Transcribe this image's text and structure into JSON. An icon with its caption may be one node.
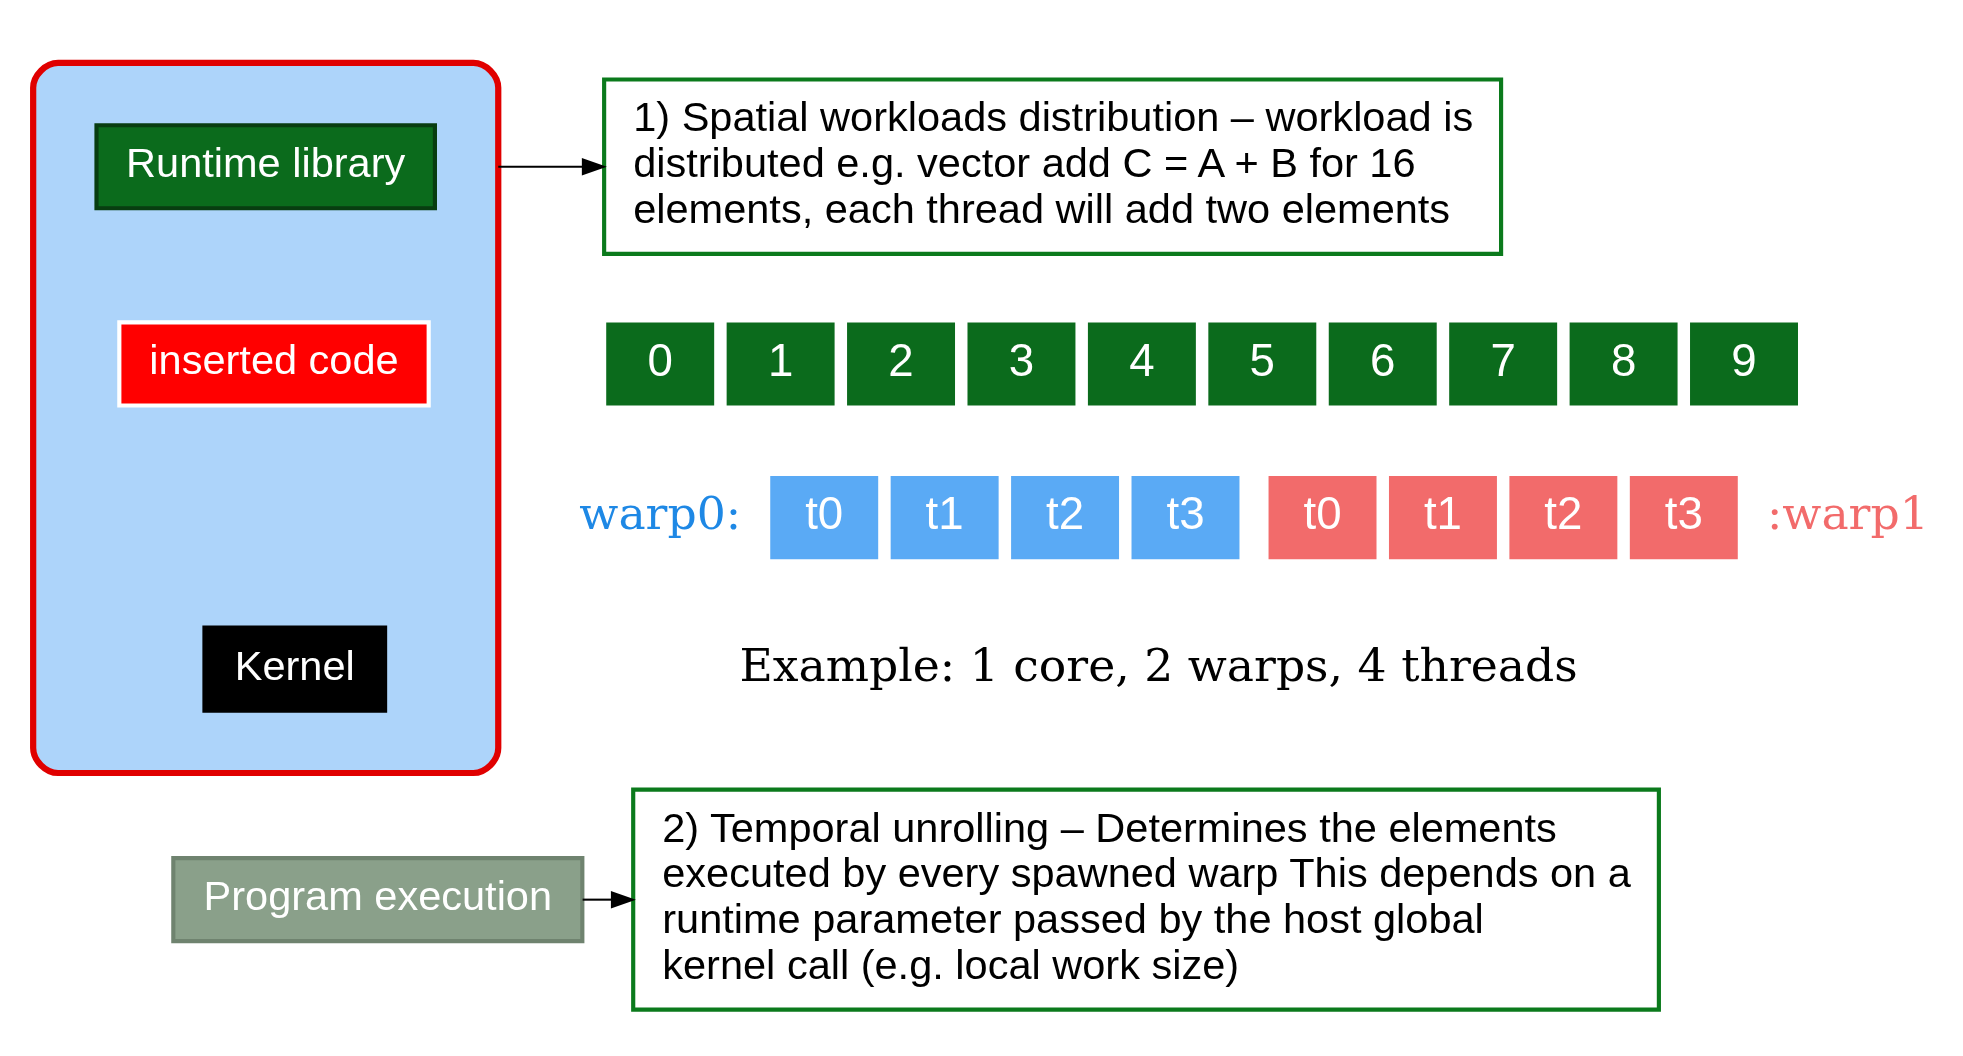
{
  "diagram": {
    "nodes": [
      {
        "text": [],
        "shape": "cylinder"
      },
      {
        "text": [
          "Runtime library"
        ],
        "in": 0
      },
      {
        "text": [
          "inserted code"
        ],
        "in": 0
      },
      {
        "text": [
          "Kernel"
        ],
        "in": 0
      },
      {
        "text": [
          "Program execution"
        ]
      },
      {
        "text": [
          "1) Spatial workloads distribution – workload is distributed e.g. vector add C = A + B for 16 elements, each thread will add two elements"
        ]
      },
      {
        "text": [
          "0"
        ]
      },
      {
        "text": [
          "1"
        ]
      },
      {
        "text": [
          "2"
        ]
      },
      {
        "text": [
          "3"
        ]
      },
      {
        "text": [
          "4"
        ]
      },
      {
        "text": [
          "5"
        ]
      },
      {
        "text": [
          "6"
        ]
      },
      {
        "text": [
          "7"
        ]
      },
      {
        "text": [
          "8"
        ]
      },
      {
        "text": [
          "9"
        ]
      },
      {
        "text": [
          "t0"
        ]
      },
      {
        "text": [
          "t1"
        ]
      },
      {
        "text": [
          "t2"
        ]
      },
      {
        "text": [
          "t3"
        ]
      },
      {
        "text": [
          "t0"
        ]
      },
      {
        "text": [
          "t1"
        ]
      },
      {
        "text": [
          "t2"
        ]
      },
      {
        "text": [
          "t3"
        ]
      },
      {
        "text": [
          "2) Temporal unrolling – Determines the elements executed by every spawned warp This depends on a runtime parameter passed by the host global kernel call (e.g. local work size)"
        ]
      }
    ],
    "edges": [
      {
        "from": 0,
        "to": 5,
        "arrow": "to"
      },
      {
        "from": 4,
        "to": 24,
        "arrow": "to"
      }
    ],
    "labels": [
      "warp0:",
      ":warp1",
      "Example: 1 core, 2 warps, 4 threads"
    ]
  }
}
